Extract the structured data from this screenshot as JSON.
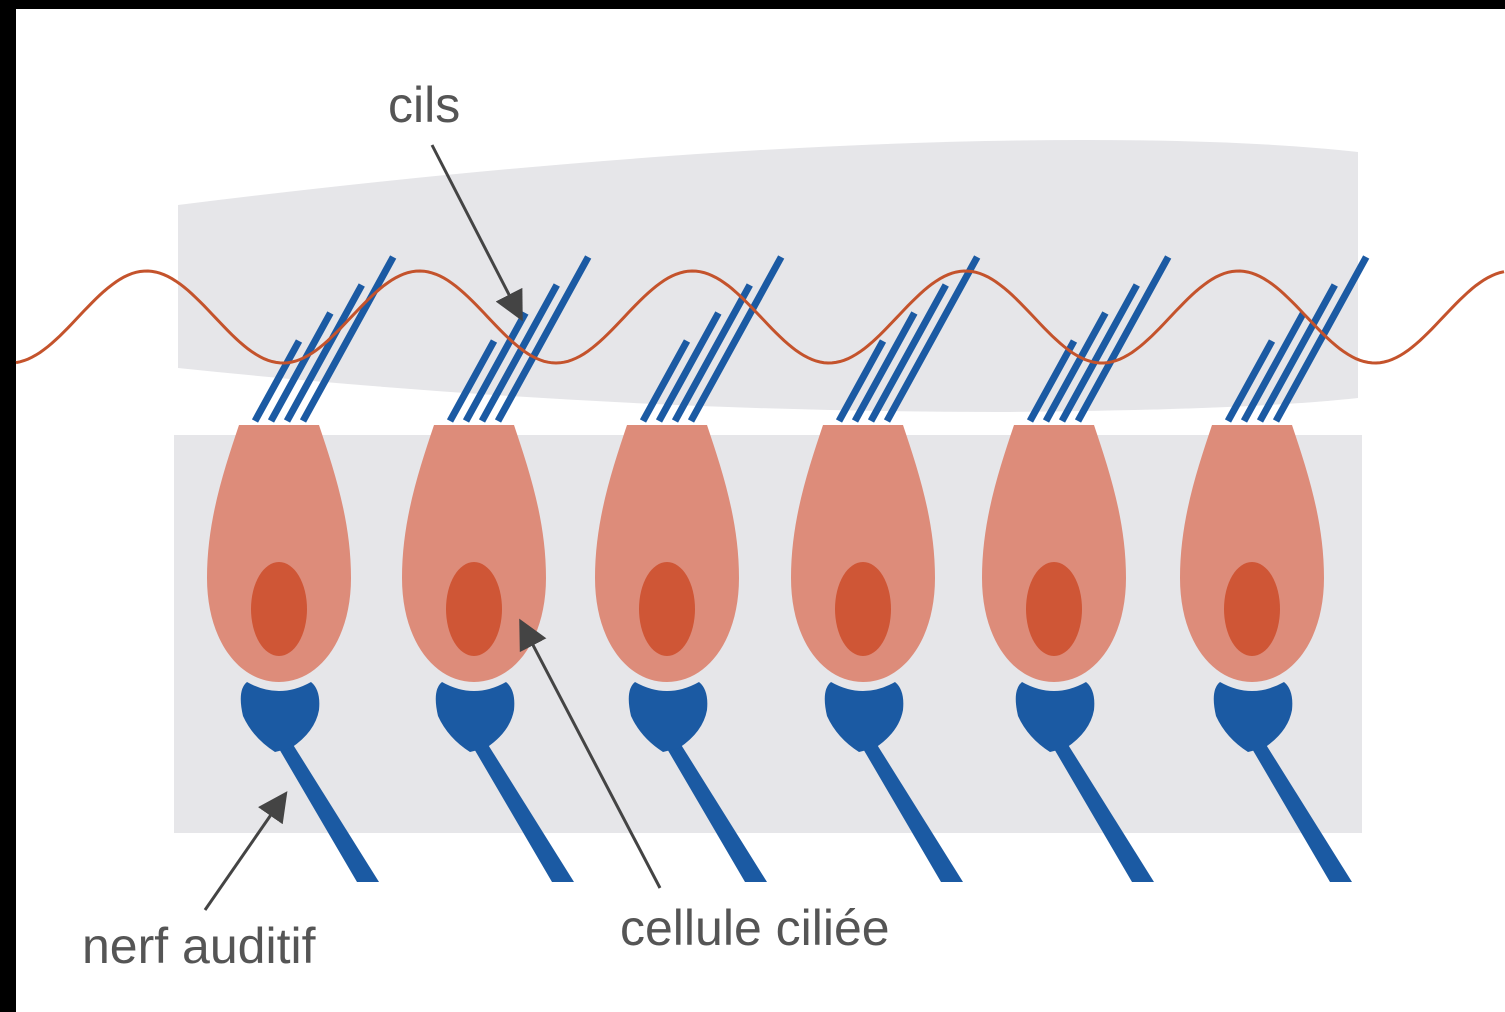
{
  "labels": {
    "cilia": "cils",
    "hair_cell": "cellule ciliée",
    "auditory_nerve": "nerf auditif"
  },
  "cell_count": 6,
  "cilia_per_cell": 4,
  "colors": {
    "membrane_gray": "#e6e6e9",
    "wave": "#c4532c",
    "cilia_blue": "#1b5aa3",
    "cell_body": "#dd8c7a",
    "nucleus": "#cf5636",
    "nerve_blue": "#1b5aa3",
    "label_text": "#555555",
    "arrow": "#444444",
    "frame": "#000000"
  },
  "icons": {
    "arrow": "arrow-pointer-icon"
  }
}
